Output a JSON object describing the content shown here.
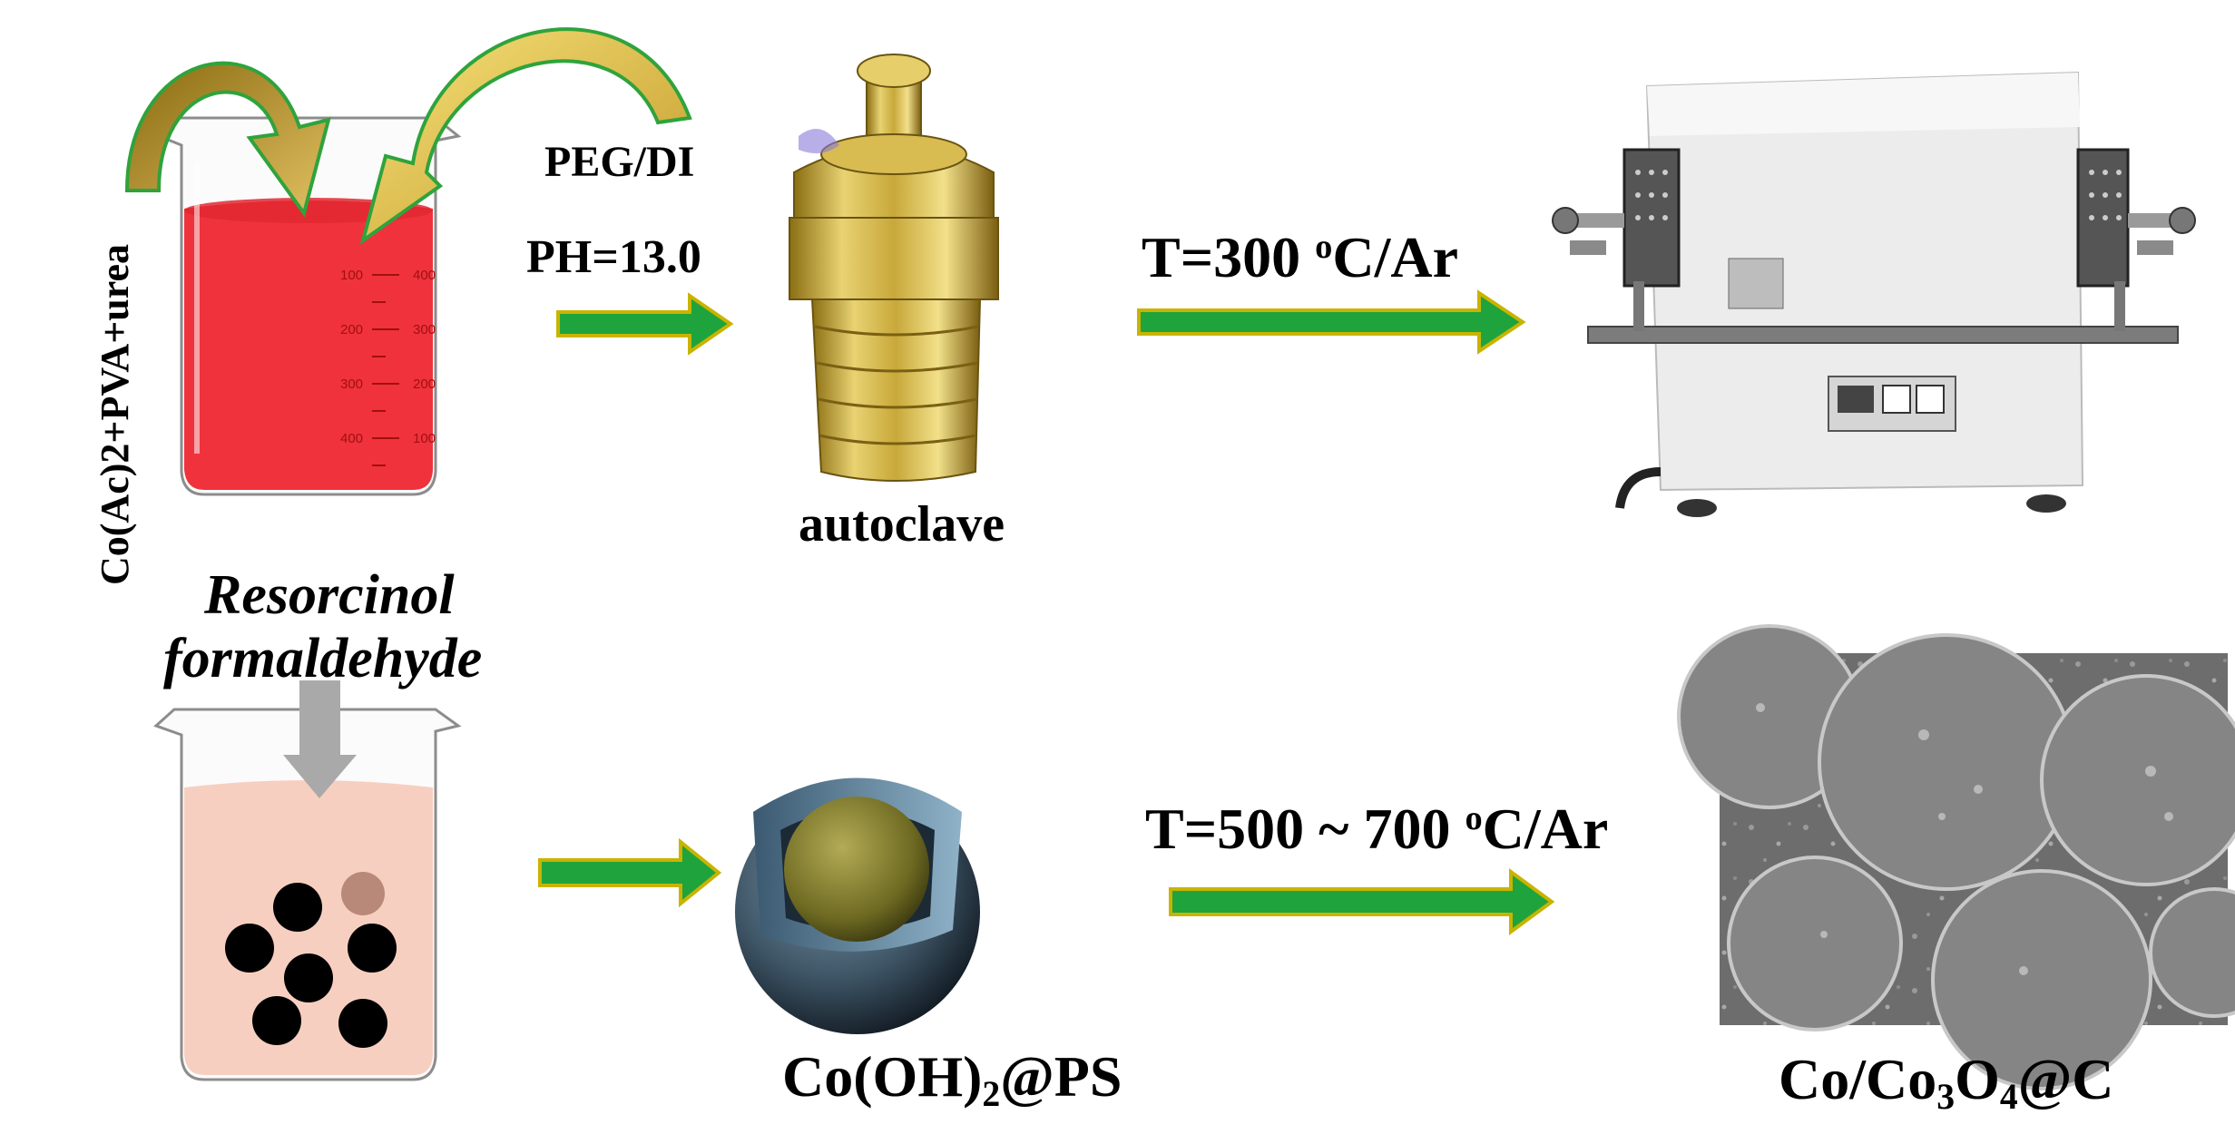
{
  "labels": {
    "reagents": "Co(Ac)2+PVA+urea",
    "solvent": "PEG/DI",
    "ph": "PH=13.0",
    "autoclave": "autoclave",
    "step1_temp_pre": "T=300 ",
    "step1_temp_sup": "o",
    "step1_temp_post": "C/Ar",
    "rf_line1": "Resorcinol",
    "rf_line2": "formaldehyde",
    "step2_temp_pre": "T=500 ~ 700 ",
    "step2_temp_sup": "o",
    "step2_temp_post": "C/Ar",
    "intermediate_pre": "Co(OH)",
    "intermediate_sub": "2",
    "intermediate_post": "@PS",
    "product_a": "Co/Co",
    "product_sub1": "3",
    "product_b": "O",
    "product_sub2": "4",
    "product_c": "@C"
  },
  "beaker_scale": [
    "100",
    "200",
    "300",
    "400"
  ],
  "beaker_scale_right": [
    "400",
    "300",
    "200",
    "100"
  ],
  "colors": {
    "arrow_fill": "#1fa33c",
    "arrow_outline": "#c8b400",
    "red_solution": "#f0323c",
    "pink_solution": "#f7cfc0",
    "shell": "#3e5566",
    "core": "#807a2a",
    "gold": "#c8a83a"
  }
}
